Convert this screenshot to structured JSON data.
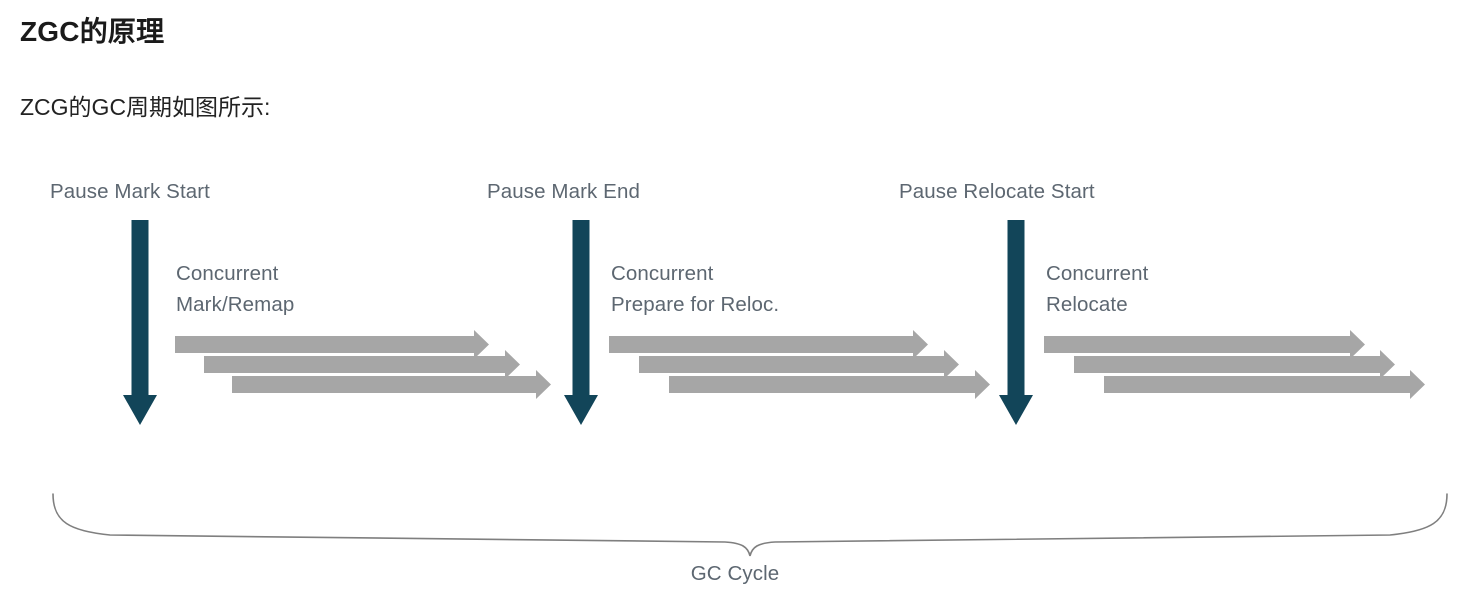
{
  "article": {
    "title": "ZGC的原理",
    "subtitle": "ZCG的GC周期如图所示:"
  },
  "colors": {
    "pause_arrow": "#124559",
    "concurrent_arrow": "#a6a6a6",
    "label_text": "#5d6771",
    "brace": "#7f7f7f",
    "title_text": "#1a1a1a",
    "background": "#ffffff"
  },
  "diagram": {
    "cycle_label": "GC Cycle",
    "pauses": [
      {
        "label": "Pause Mark Start"
      },
      {
        "label": "Pause Mark End"
      },
      {
        "label": "Pause Relocate Start"
      }
    ],
    "phases": [
      {
        "line1": "Concurrent",
        "line2": "Mark/Remap"
      },
      {
        "line1": "Concurrent",
        "line2": "Prepare for Reloc."
      },
      {
        "line1": "Concurrent",
        "line2": "Relocate"
      }
    ],
    "concurrent_worker_threads_per_phase": 3
  }
}
